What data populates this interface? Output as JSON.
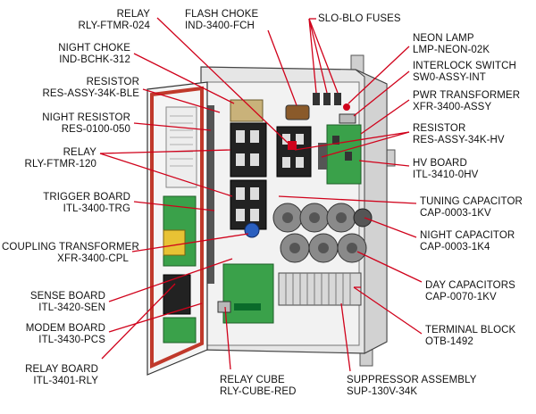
{
  "labels": {
    "relay_top": {
      "name": "RELAY",
      "part": "RLY-FTMR-024"
    },
    "flash_choke": {
      "name": "FLASH CHOKE",
      "part": "IND-3400-FCH"
    },
    "slo_blo_fuses": {
      "name": "SLO-BLO FUSES"
    },
    "neon_lamp": {
      "name": "NEON LAMP",
      "part": "LMP-NEON-02K"
    },
    "night_choke": {
      "name": "NIGHT CHOKE",
      "part": "IND-BCHK-312"
    },
    "interlock_switch": {
      "name": "INTERLOCK SWITCH",
      "part": "SW0-ASSY-INT"
    },
    "resistor_left": {
      "name": "RESISTOR",
      "part": "RES-ASSY-34K-BLE"
    },
    "pwr_transformer": {
      "name": "PWR TRANSFORMER",
      "part": "XFR-3400-ASSY"
    },
    "night_resistor": {
      "name": "NIGHT RESISTOR",
      "part": "RES-0100-050"
    },
    "resistor_right": {
      "name": "RESISTOR",
      "part": "RES-ASSY-34K-HV"
    },
    "relay_left": {
      "name": "RELAY",
      "part": "RLY-FTMR-120"
    },
    "hv_board": {
      "name": "HV BOARD",
      "part": "ITL-3410-0HV"
    },
    "trigger_board": {
      "name": "TRIGGER BOARD",
      "part": "ITL-3400-TRG"
    },
    "tuning_capacitor": {
      "name": "TUNING CAPACITOR",
      "part": "CAP-0003-1KV"
    },
    "night_capacitor": {
      "name": "NIGHT CAPACITOR",
      "part": "CAP-0003-1K4"
    },
    "coupling_transformer": {
      "name": "COUPLING TRANSFORMER",
      "part": "XFR-3400-CPL"
    },
    "day_capacitors": {
      "name": "DAY CAPACITORS",
      "part": "CAP-0070-1KV"
    },
    "sense_board": {
      "name": "SENSE BOARD",
      "part": "ITL-3420-SEN"
    },
    "modem_board": {
      "name": "MODEM BOARD",
      "part": "ITL-3430-PCS"
    },
    "terminal_block": {
      "name": "TERMINAL BLOCK",
      "part": "OTB-1492"
    },
    "relay_board": {
      "name": "RELAY BOARD",
      "part": "ITL-3401-RLY"
    },
    "relay_cube": {
      "name": "RELAY CUBE",
      "part": "RLY-CUBE-RED"
    },
    "suppressor_assembly": {
      "name": "SUPPRESSOR ASSEMBLY",
      "part": "SUP-130V-34K"
    }
  },
  "colors": {
    "leader": "#d0021b",
    "enclosure": "#e8e8e8",
    "door_gasket": "#c0392b",
    "pcb_green": "#3aa14a",
    "capacitor": "#7a7a7a"
  }
}
